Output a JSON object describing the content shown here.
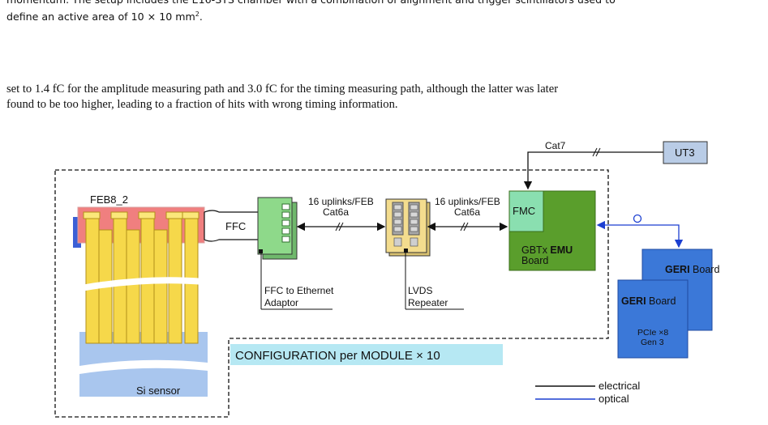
{
  "text": {
    "para1_line1": "momentum. The setup includes the E16-STS chamber with a combination of alignment and trigger scintillators used to",
    "para1_line2_pre": "define an active area of 10 × 10 mm",
    "para1_line2_sup": "2",
    "para1_line2_post": ".",
    "para2_line1": "set to 1.4 fC for the amplitude measuring path and 3.0 fC for the timing measuring path, although the latter was later",
    "para2_line2": "found to be too higher, leading to a fraction of hits with wrong timing information."
  },
  "diagram": {
    "feb_label": "FEB8_2",
    "ffc_label": "FFC",
    "si_sensor_label": "Si sensor",
    "adaptor_label_line1": "FFC to Ethernet",
    "adaptor_label_line2": "Adaptor",
    "repeater_label_line1": "LVDS",
    "repeater_label_line2": "Repeater",
    "link1_line1": "16 uplinks/FEB",
    "link1_line2": "Cat6a",
    "link2_line1": "16 uplinks/FEB",
    "link2_line2": "Cat6a",
    "fmc_label": "FMC",
    "emu_line1_pre": "GBTx ",
    "emu_line1_bold": "EMU",
    "emu_line2": "Board",
    "cat7_label": "Cat7",
    "ut3_label": "UT3",
    "geri_back_bold": "GERI",
    "geri_back_rest": " Board",
    "geri_front_bold": "GERI",
    "geri_front_rest": " Board",
    "geri_pcie_line1": "PCIe ×8",
    "geri_pcie_line2": "Gen 3",
    "config_label": "CONFIGURATION per MODULE  × 10",
    "legend_electrical": "electrical",
    "legend_optical": "optical"
  },
  "colors": {
    "feb_board": "#f07f7f",
    "feb_base": "#3b5fd6",
    "ladder": "#f6d84a",
    "sensor": "#a9c6ee",
    "adaptor": "#8ed98a",
    "repeater": "#f3dc8e",
    "fmc": "#8adfb0",
    "emu_board": "#5a9e2c",
    "ut3": "#b9cce6",
    "geri": "#3b78d8",
    "config_bg": "#b6e8f3",
    "optical": "#1c3fd1"
  }
}
